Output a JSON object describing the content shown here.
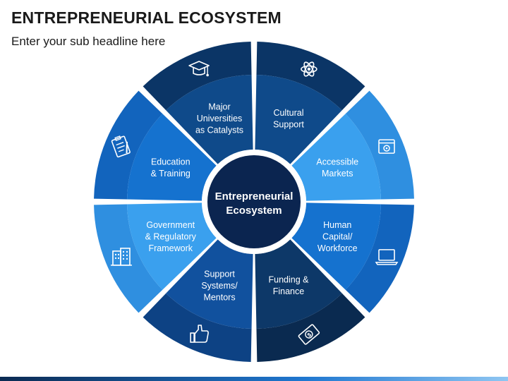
{
  "header": {
    "title": "ENTREPRENEURIAL ECOSYSTEM",
    "subtitle": "Enter your sub headline here"
  },
  "center": {
    "lines": [
      "Entrepreneurial",
      "Ecosystem"
    ]
  },
  "segments": [
    {
      "id": "cultural-support",
      "label_lines": [
        "Cultural",
        "Support"
      ],
      "icon": "atom-icon",
      "outer_color": "#0b3566",
      "inner_color": "#0f4a8a"
    },
    {
      "id": "accessible-markets",
      "label_lines": [
        "Accessible",
        "Markets"
      ],
      "icon": "settings-window-icon",
      "outer_color": "#2f8fe0",
      "inner_color": "#3aa0ee"
    },
    {
      "id": "human-capital",
      "label_lines": [
        "Human",
        "Capital/",
        "Workforce"
      ],
      "icon": "laptop-icon",
      "outer_color": "#1264bd",
      "inner_color": "#1572cf"
    },
    {
      "id": "funding-finance",
      "label_lines": [
        "Funding &",
        "Finance"
      ],
      "icon": "money-icon",
      "outer_color": "#0a2a50",
      "inner_color": "#0d3868"
    },
    {
      "id": "support-systems",
      "label_lines": [
        "Support",
        "Systems/",
        "Mentors"
      ],
      "icon": "thumbs-up-icon",
      "outer_color": "#0d4284",
      "inner_color": "#11519e"
    },
    {
      "id": "government",
      "label_lines": [
        "Government",
        "& Regulatory",
        "Framework"
      ],
      "icon": "building-icon",
      "outer_color": "#2f8fe0",
      "inner_color": "#3aa0ee"
    },
    {
      "id": "education-training",
      "label_lines": [
        "Education",
        "& Training"
      ],
      "icon": "checklist-icon",
      "outer_color": "#1264bd",
      "inner_color": "#1572cf"
    },
    {
      "id": "universities",
      "label_lines": [
        "Major",
        "Universities",
        "as Catalysts"
      ],
      "icon": "graduation-cap-icon",
      "outer_color": "#0b3566",
      "inner_color": "#0f4a8a"
    }
  ]
}
